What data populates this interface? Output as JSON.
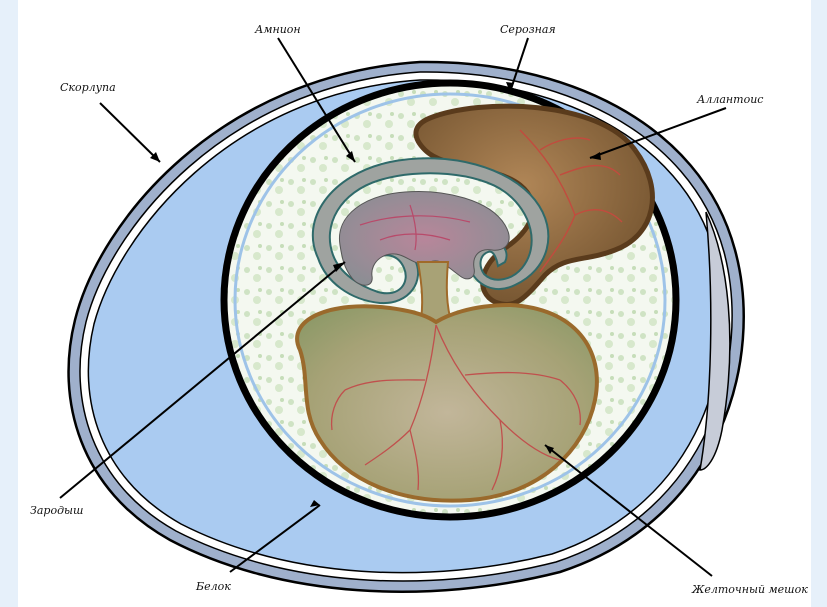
{
  "labels": {
    "shell": "Скорлупа",
    "amnion": "Амнион",
    "serosa": "Серозная",
    "allantois": "Аллантоис",
    "embryo": "Зародыш",
    "albumen": "Белок",
    "yolk_sac": "Желточный мешок"
  },
  "colors": {
    "shell": "#9aa9c8",
    "albumen": "#a9c9f0",
    "inner_bg": "#f3f7ef",
    "allantois": "#8a6a3f",
    "amnion": "#9aa09a",
    "yolk_sac": "#a8a274",
    "vessels": "#c0504d",
    "outline": "#000000"
  }
}
